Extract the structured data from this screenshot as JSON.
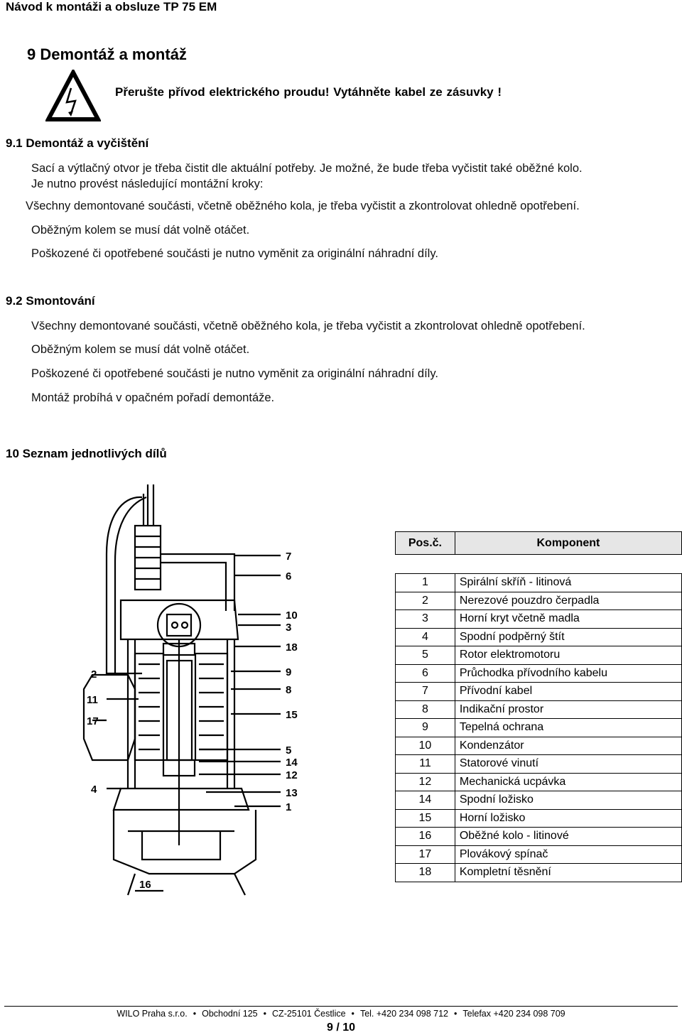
{
  "header": {
    "title": "Návod k montáži a obsluze TP 75 EM"
  },
  "section9": {
    "title": "9 Demontáž a montáž",
    "warning": "Přerušte přívod elektrického proudu!  Vytáhněte kabel ze zásuvky !"
  },
  "section9_1": {
    "title": "9.1 Demontáž a vyčištění",
    "lines": [
      "Sací a výtlačný otvor je třeba čistit dle aktuální potřeby. Je možné, že bude třeba vyčistit také oběžné kolo.",
      "Je nutno provést následující montážní kroky:",
      "Všechny demontované součásti, včetně oběžného kola, je třeba vyčistit a zkontrolovat ohledně opotřebení.",
      "Oběžným kolem se musí dát volně otáčet.",
      "Poškozené či opotřebené součásti je nutno vyměnit za originální náhradní díly."
    ]
  },
  "section9_2": {
    "title": "9.2 Smontování",
    "lines": [
      "Všechny demontované součásti, včetně oběžného kola, je třeba vyčistit a zkontrolovat ohledně opotřebení.",
      "Oběžným kolem se musí dát volně otáčet.",
      "Poškozené či opotřebené součásti je nutno vyměnit za originální náhradní díly.",
      "Montáž probíhá v opačném pořadí demontáže."
    ]
  },
  "section10": {
    "title": "10 Seznam jednotlivých dílů"
  },
  "diagram_labels": {
    "right": [
      "7",
      "6",
      "10",
      "3",
      "18",
      "9",
      "8",
      "15",
      "5",
      "14",
      "12",
      "13",
      "1"
    ],
    "left": [
      "2",
      "11",
      "17",
      "4"
    ],
    "bottom": "16"
  },
  "parts_table": {
    "headers": {
      "pos": "Pos.č.",
      "component": "Komponent"
    },
    "rows": [
      {
        "pos": "1",
        "name": "Spirální skříň - litinová"
      },
      {
        "pos": "2",
        "name": "Nerezové pouzdro čerpadla"
      },
      {
        "pos": "3",
        "name": "Horní kryt včetně madla"
      },
      {
        "pos": "4",
        "name": "Spodní podpěrný štít"
      },
      {
        "pos": "5",
        "name": "Rotor elektromotoru"
      },
      {
        "pos": "6",
        "name": "Průchodka přívodního kabelu"
      },
      {
        "pos": "7",
        "name": "Přívodní kabel"
      },
      {
        "pos": "8",
        "name": "Indikační prostor"
      },
      {
        "pos": "9",
        "name": "Tepelná ochrana"
      },
      {
        "pos": "10",
        "name": "Kondenzátor"
      },
      {
        "pos": "11",
        "name": "Statorové vinutí"
      },
      {
        "pos": "12",
        "name": "Mechanická ucpávka"
      },
      {
        "pos": "14",
        "name": "Spodní ložisko"
      },
      {
        "pos": "15",
        "name": "Horní ložisko"
      },
      {
        "pos": "16",
        "name": "Oběžné kolo - litinové"
      },
      {
        "pos": "17",
        "name": "Plovákový spínač"
      },
      {
        "pos": "18",
        "name": "Kompletní těsnění"
      }
    ]
  },
  "footer": {
    "items": [
      "WILO Praha s.r.o.",
      "Obchodní 125",
      "CZ-25101 Čestlice",
      "Tel. +420 234 098 712",
      "Telefax +420 234 098 709"
    ],
    "page": "9 / 10"
  }
}
